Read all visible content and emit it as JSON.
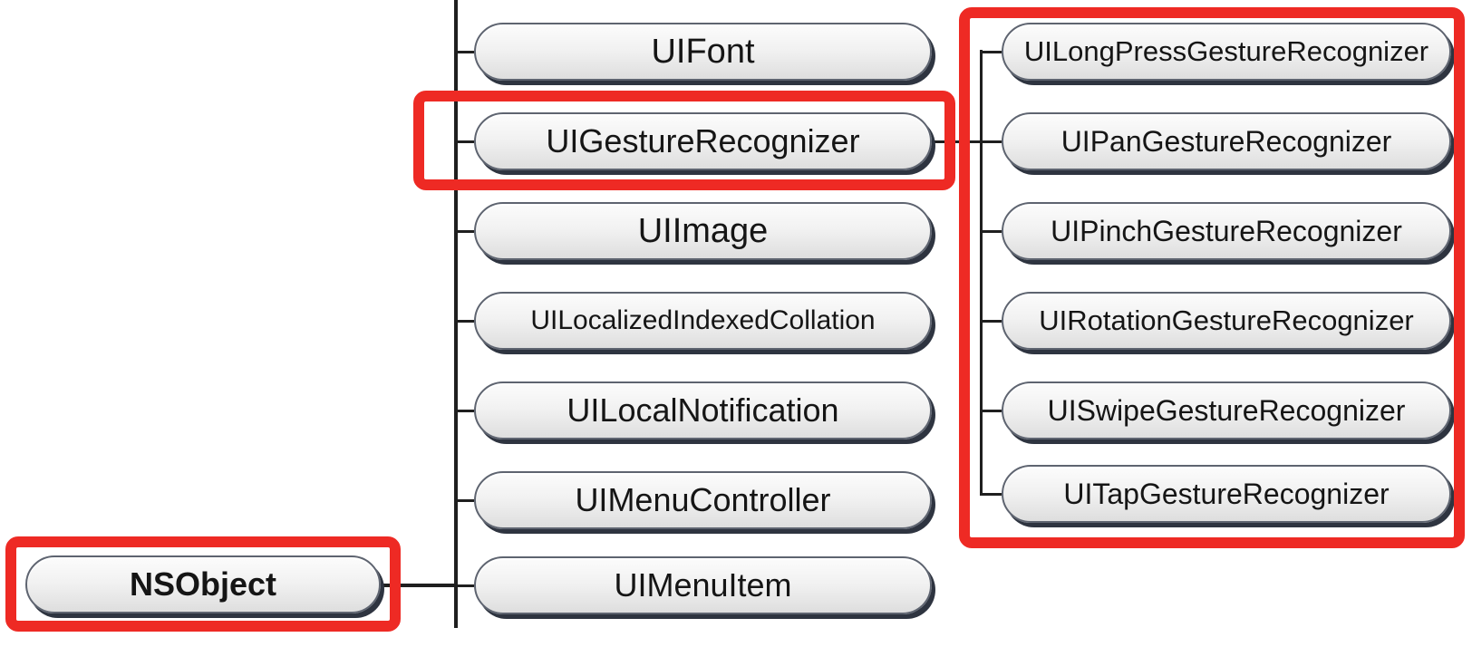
{
  "root": {
    "label": "NSObject"
  },
  "subclasses": [
    "UIFont",
    "UIGestureRecognizer",
    "UIImage",
    "UILocalizedIndexedCollation",
    "UILocalNotification",
    "UIMenuController",
    "UIMenuItem"
  ],
  "gesture_subclasses": [
    "UILongPressGestureRecognizer",
    "UIPanGestureRecognizer",
    "UIPinchGestureRecognizer",
    "UIRotationGestureRecognizer",
    "UISwipeGestureRecognizer",
    "UITapGestureRecognizer"
  ],
  "colors": {
    "highlight": "#ee2a24",
    "connector": "#1f1f1f",
    "node_border": "#5e6470"
  }
}
